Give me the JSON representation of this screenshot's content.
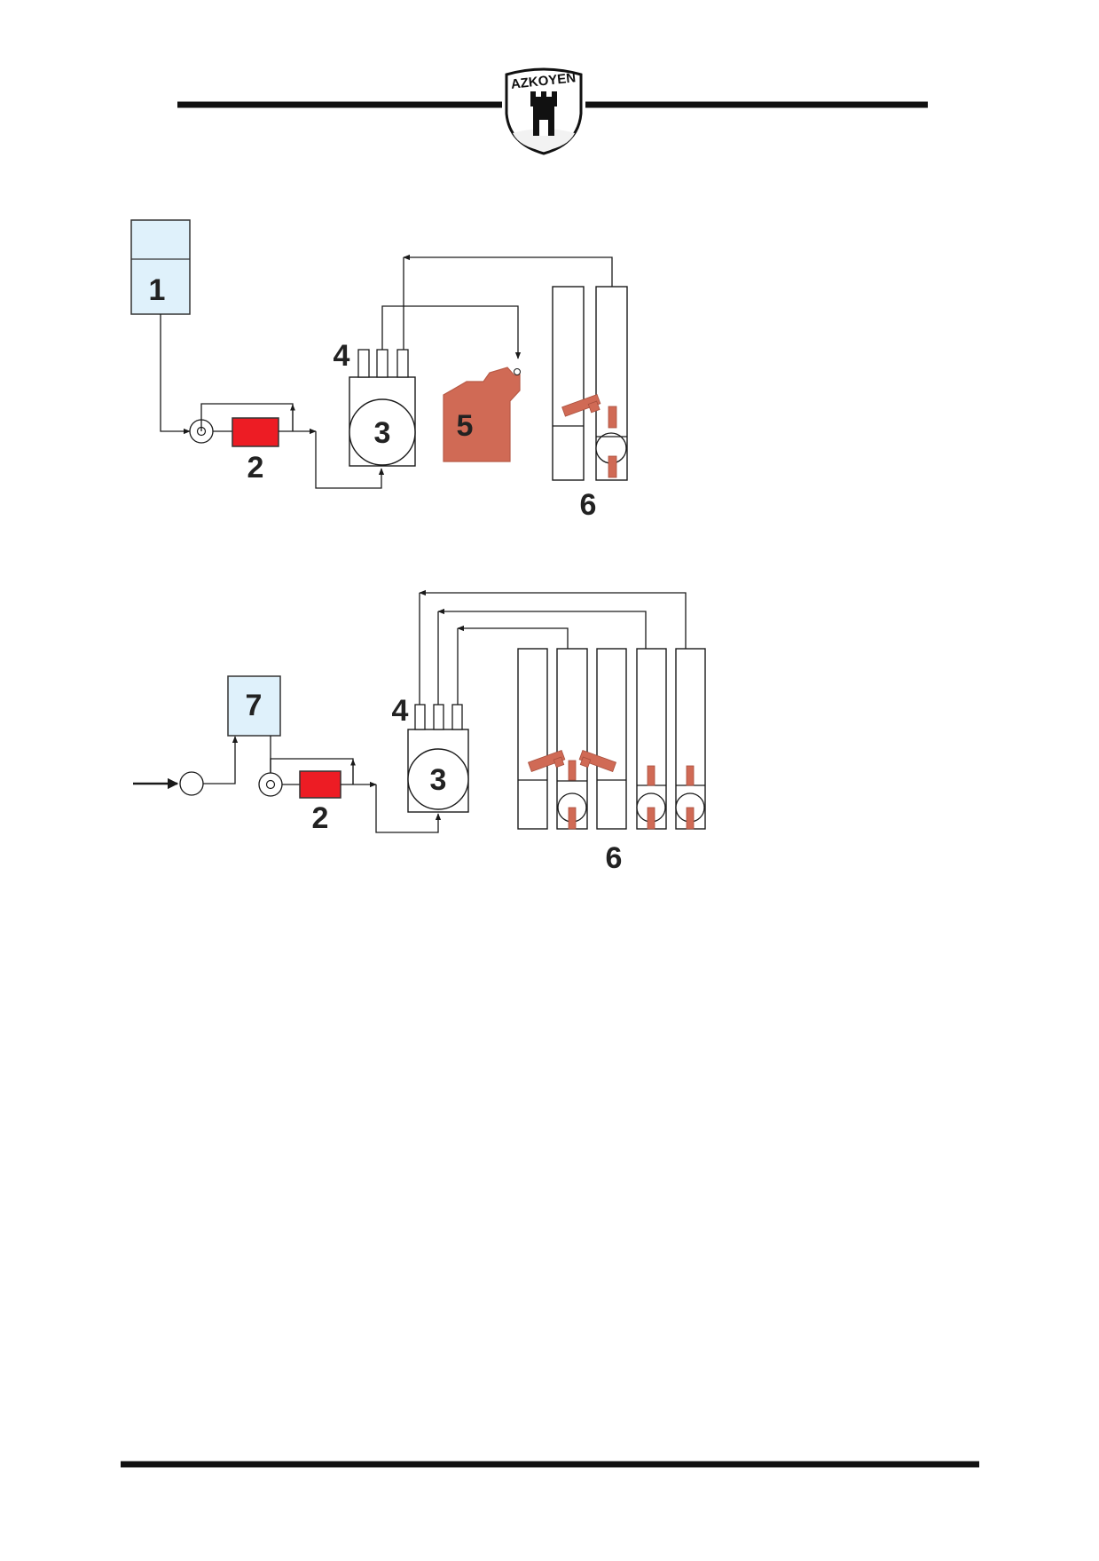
{
  "header": {
    "brand": "AZKOYEN"
  },
  "colors": {
    "tank": "#dff1fb",
    "filter": "#ed1c24",
    "component": "#d06a55",
    "line": "#1a1a1a"
  },
  "diagram_top": {
    "labels": {
      "tank": "1",
      "filter": "2",
      "boiler": "3",
      "valves": "4",
      "brew_group": "5",
      "mixers": "6"
    }
  },
  "diagram_bottom": {
    "labels": {
      "tank": "7",
      "filter": "2",
      "boiler": "3",
      "valves": "4",
      "mixers": "6"
    }
  }
}
